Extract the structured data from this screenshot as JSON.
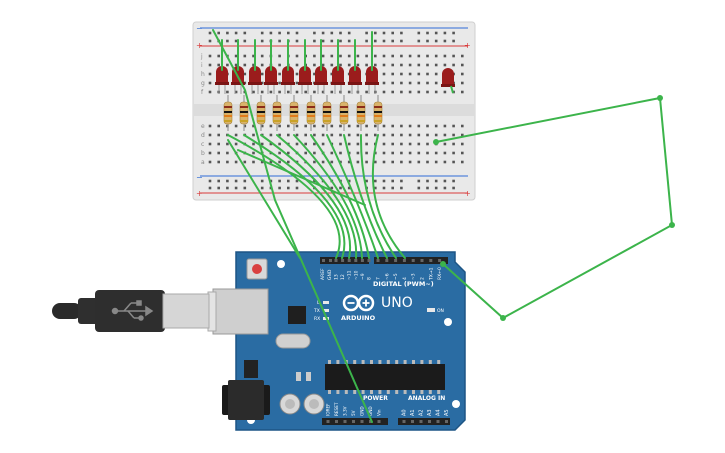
{
  "colors": {
    "board": "#2a6ca3",
    "board_edge": "#1d5585",
    "breadboard": "#e9e9e9",
    "breadboard_edge": "#cfcfcf",
    "rail_red": "#d93b3b",
    "rail_blue": "#2f6bd6",
    "wire": "#3cb44b",
    "led": "#9b1c1c",
    "header": "#222222"
  },
  "breadboard": {
    "rail_plus": "+",
    "rail_minus": "−",
    "row_labels_top": [
      "j",
      "i",
      "h",
      "g",
      "f"
    ],
    "row_labels_bottom": [
      "e",
      "d",
      "c",
      "b",
      "a"
    ]
  },
  "arduino": {
    "model_label": "UNO",
    "brand_label": "ARDUINO",
    "digital_label": "DIGITAL (PWM~)",
    "power_label": "POWER",
    "analog_label": "ANALOG IN",
    "aref_label": "AREF",
    "gnd_label": "GND",
    "tx_label": "TX",
    "rx_label": "RX",
    "l_label": "L",
    "on_label": "ON",
    "digital_pins": [
      "13",
      "12",
      "~11",
      "~10",
      "~9",
      "8",
      "7",
      "~6",
      "~5",
      "4",
      "~3",
      "2",
      "TX→1",
      "RX←0"
    ],
    "power_pins": [
      "IOREF",
      "RESET",
      "3.3V",
      "5V",
      "GND",
      "GND",
      "Vin"
    ],
    "analog_pins": [
      "A0",
      "A1",
      "A2",
      "A3",
      "A4",
      "A5"
    ]
  },
  "usb": {
    "icon": "usb-icon"
  }
}
